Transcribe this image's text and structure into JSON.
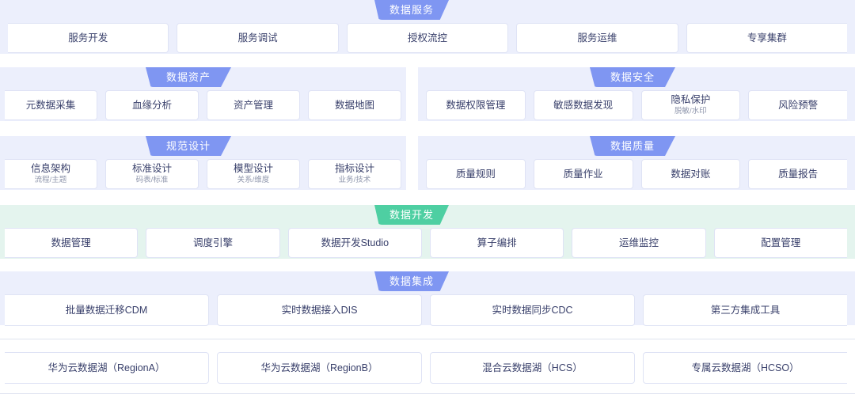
{
  "palette": {
    "tab_blue": "#7f96f2",
    "tab_green": "#4ecfa2",
    "band_blue": "#eceffc",
    "band_green": "#e4f4ee",
    "card_border": "#dfe3f5",
    "title_text": "#39406b",
    "sub_text": "#9097ad"
  },
  "sections": {
    "data_service": {
      "tab": "数据服务",
      "cards": [
        {
          "title": "服务开发"
        },
        {
          "title": "服务调试"
        },
        {
          "title": "授权流控"
        },
        {
          "title": "服务运维"
        },
        {
          "title": "专享集群"
        }
      ]
    },
    "data_asset": {
      "tab": "数据资产",
      "cards": [
        {
          "title": "元数据采集"
        },
        {
          "title": "血缘分析"
        },
        {
          "title": "资产管理"
        },
        {
          "title": "数据地图"
        }
      ]
    },
    "data_security": {
      "tab": "数据安全",
      "cards": [
        {
          "title": "数据权限管理"
        },
        {
          "title": "敏感数据发现"
        },
        {
          "title": "隐私保护",
          "sub": "脱敏/水印"
        },
        {
          "title": "风险预警"
        }
      ]
    },
    "standard_design": {
      "tab": "规范设计",
      "cards": [
        {
          "title": "信息架构",
          "sub": "流程/主题"
        },
        {
          "title": "标准设计",
          "sub": "码表/标准"
        },
        {
          "title": "模型设计",
          "sub": "关系/维度"
        },
        {
          "title": "指标设计",
          "sub": "业务/技术"
        }
      ]
    },
    "data_quality": {
      "tab": "数据质量",
      "cards": [
        {
          "title": "质量规则"
        },
        {
          "title": "质量作业"
        },
        {
          "title": "数据对账"
        },
        {
          "title": "质量报告"
        }
      ]
    },
    "data_development": {
      "tab": "数据开发",
      "cards": [
        {
          "title": "数据管理"
        },
        {
          "title": "调度引擎"
        },
        {
          "title": "数据开发Studio"
        },
        {
          "title": "算子编排"
        },
        {
          "title": "运维监控"
        },
        {
          "title": "配置管理"
        }
      ]
    },
    "data_integration": {
      "tab": "数据集成",
      "cards": [
        {
          "title": "批量数据迁移CDM"
        },
        {
          "title": "实时数据接入DIS"
        },
        {
          "title": "实时数据同步CDC"
        },
        {
          "title": "第三方集成工具"
        }
      ]
    },
    "data_lake": {
      "tab": "",
      "cards": [
        {
          "title": "华为云数据湖（RegionA）"
        },
        {
          "title": "华为云数据湖（RegionB）"
        },
        {
          "title": "混合云数据湖（HCS）"
        },
        {
          "title": "专属云数据湖（HCSO）"
        }
      ]
    }
  }
}
